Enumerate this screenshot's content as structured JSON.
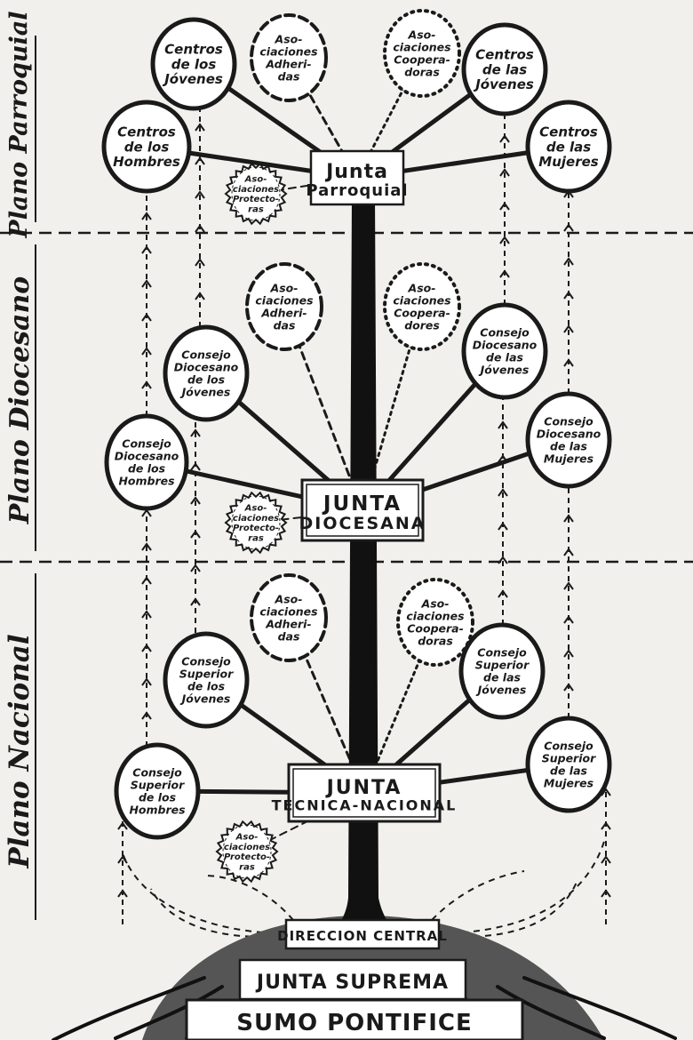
{
  "colors": {
    "ink": "#1a1a1a",
    "paper": "#f2f0ec",
    "node_fill": "#ffffff"
  },
  "planes": [
    {
      "id": "parroquial",
      "label": "Plano Parroquial"
    },
    {
      "id": "diocesano",
      "label": "Plano Diocesano"
    },
    {
      "id": "nacional",
      "label": "Plano Nacional"
    }
  ],
  "boxes": {
    "parroquial": [
      "Junta",
      "Parroquial"
    ],
    "diocesana": [
      "JUNTA",
      "DIOCESANA"
    ],
    "nacional": [
      "JUNTA",
      "TECNICA-NACIONAL"
    ],
    "direccion": [
      "DIRECCION CENTRAL"
    ],
    "suprema": [
      "JUNTA SUPREMA"
    ],
    "pontifice": [
      "SUMO PONTIFICE"
    ]
  },
  "nodes": {
    "p_hombres": [
      "Centros",
      "de los",
      "Hombres"
    ],
    "p_jovenes": [
      "Centros",
      "de los",
      "Jóvenes"
    ],
    "p_adheridas": [
      "Aso-",
      "ciaciones",
      "Adheri-",
      "das"
    ],
    "p_cooperadoras": [
      "Aso-",
      "ciaciones",
      "Coopera-",
      "doras"
    ],
    "p_jovenes_f": [
      "Centros",
      "de las",
      "Jóvenes"
    ],
    "p_mujeres": [
      "Centros",
      "de las",
      "Mujeres"
    ],
    "p_protectoras": [
      "Aso-",
      "ciaciones",
      "Protecto-",
      "ras"
    ],
    "d_hombres": [
      "Consejo",
      "Diocesano",
      "de los",
      "Hombres"
    ],
    "d_jovenes": [
      "Consejo",
      "Diocesano",
      "de los",
      "Jóvenes"
    ],
    "d_adheridas": [
      "Aso-",
      "ciaciones",
      "Adheri-",
      "das"
    ],
    "d_cooperadoras": [
      "Aso-",
      "ciaciones",
      "Coopera-",
      "dores"
    ],
    "d_jovenes_f": [
      "Consejo",
      "Diocesano",
      "de las",
      "Jóvenes"
    ],
    "d_mujeres": [
      "Consejo",
      "Diocesano",
      "de las",
      "Mujeres"
    ],
    "d_protectoras": [
      "Aso-",
      "ciaciones",
      "Protecto-",
      "ras"
    ],
    "n_hombres": [
      "Consejo",
      "Superior",
      "de los",
      "Hombres"
    ],
    "n_jovenes": [
      "Consejo",
      "Superior",
      "de los",
      "Jóvenes"
    ],
    "n_adheridas": [
      "Aso-",
      "ciaciones",
      "Adheri-",
      "das"
    ],
    "n_cooperadoras": [
      "Aso-",
      "ciaciones",
      "Coopera-",
      "doras"
    ],
    "n_jovenes_f": [
      "Consejo",
      "Superior",
      "de las",
      "Jóvenes"
    ],
    "n_mujeres": [
      "Consejo",
      "Superior",
      "de las",
      "Mujeres"
    ],
    "n_protectoras": [
      "Aso-",
      "ciaciones",
      "Protecto-",
      "ras"
    ]
  }
}
